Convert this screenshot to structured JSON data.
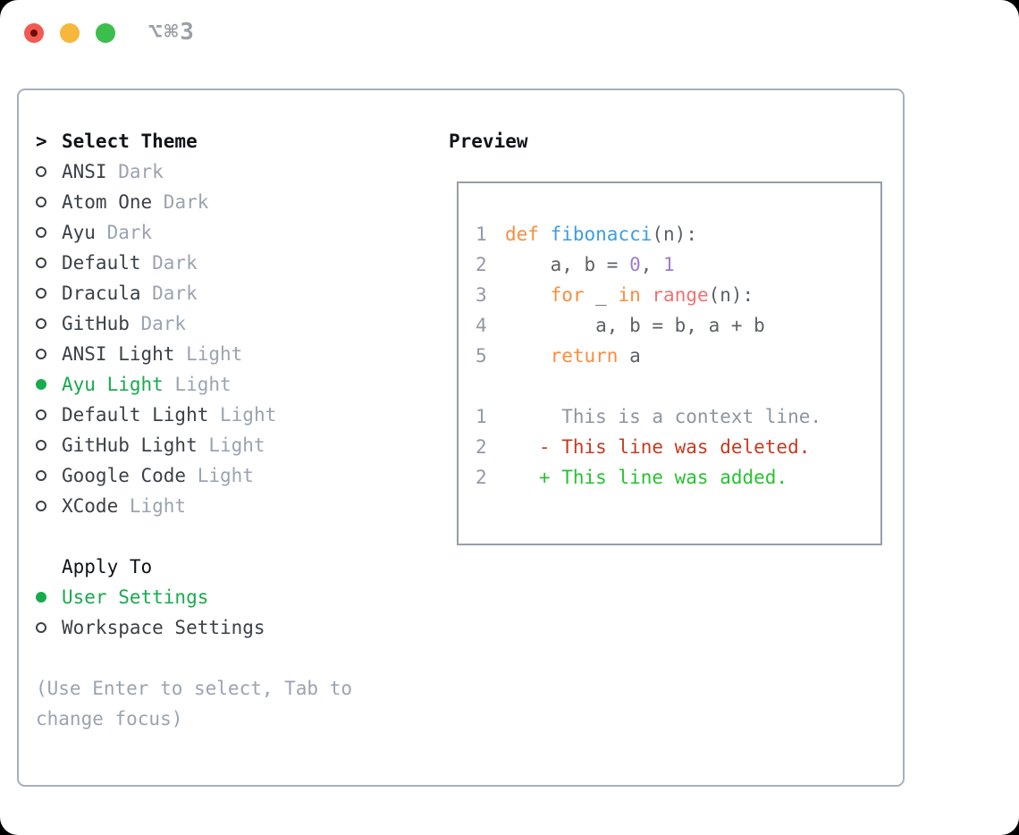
{
  "window": {
    "title": "⌥⌘3"
  },
  "theme_list": {
    "header": "Select Theme",
    "cursor": ">",
    "items": [
      {
        "name": "ANSI",
        "variant": "Dark",
        "selected": false
      },
      {
        "name": "Atom One",
        "variant": "Dark",
        "selected": false
      },
      {
        "name": "Ayu",
        "variant": "Dark",
        "selected": false
      },
      {
        "name": "Default",
        "variant": "Dark",
        "selected": false
      },
      {
        "name": "Dracula",
        "variant": "Dark",
        "selected": false
      },
      {
        "name": "GitHub",
        "variant": "Dark",
        "selected": false
      },
      {
        "name": "ANSI Light",
        "variant": "Light",
        "selected": false
      },
      {
        "name": "Ayu Light",
        "variant": "Light",
        "selected": true
      },
      {
        "name": "Default Light",
        "variant": "Light",
        "selected": false
      },
      {
        "name": "GitHub Light",
        "variant": "Light",
        "selected": false
      },
      {
        "name": "Google Code",
        "variant": "Light",
        "selected": false
      },
      {
        "name": "XCode",
        "variant": "Light",
        "selected": false
      }
    ]
  },
  "apply_to": {
    "header": "Apply To",
    "options": [
      {
        "label": "User Settings",
        "selected": true
      },
      {
        "label": "Workspace Settings",
        "selected": false
      }
    ]
  },
  "hint": "(Use Enter to select, Tab to change focus)",
  "preview": {
    "header": "Preview",
    "code_lines": [
      {
        "num": "1",
        "tokens": [
          {
            "t": "def",
            "c": "kw"
          },
          {
            "t": " ",
            "c": "fg"
          },
          {
            "t": "fibonacci",
            "c": "fn"
          },
          {
            "t": "(n):",
            "c": "fg"
          }
        ]
      },
      {
        "num": "2",
        "tokens": [
          {
            "t": "    a, b = ",
            "c": "fg"
          },
          {
            "t": "0",
            "c": "num"
          },
          {
            "t": ", ",
            "c": "fg"
          },
          {
            "t": "1",
            "c": "num"
          }
        ]
      },
      {
        "num": "3",
        "tokens": [
          {
            "t": "    ",
            "c": "fg"
          },
          {
            "t": "for",
            "c": "kw"
          },
          {
            "t": " _ ",
            "c": "fg"
          },
          {
            "t": "in",
            "c": "kw"
          },
          {
            "t": " ",
            "c": "fg"
          },
          {
            "t": "range",
            "c": "sp"
          },
          {
            "t": "(n):",
            "c": "fg"
          }
        ]
      },
      {
        "num": "4",
        "tokens": [
          {
            "t": "        a, b = b, a + b",
            "c": "fg"
          }
        ]
      },
      {
        "num": "5",
        "tokens": [
          {
            "t": "    ",
            "c": "fg"
          },
          {
            "t": "return",
            "c": "kw"
          },
          {
            "t": " a",
            "c": "fg"
          }
        ]
      }
    ],
    "diff_lines": [
      {
        "num": "1",
        "type": "ctx",
        "text": "     This is a context line."
      },
      {
        "num": "2",
        "type": "del",
        "text": "   - This line was deleted."
      },
      {
        "num": "2",
        "type": "add",
        "text": "   + This line was added."
      }
    ]
  },
  "colors": {
    "selection_green": "#17ab4c",
    "keyword_orange": "#fa8d3e",
    "function_blue": "#399ee6",
    "number_purple": "#a37acc",
    "builtin_coral": "#f07171",
    "diff_deleted_red": "#c53b22",
    "diff_added_green": "#27c32f",
    "muted_gray": "#9aa4b0"
  }
}
